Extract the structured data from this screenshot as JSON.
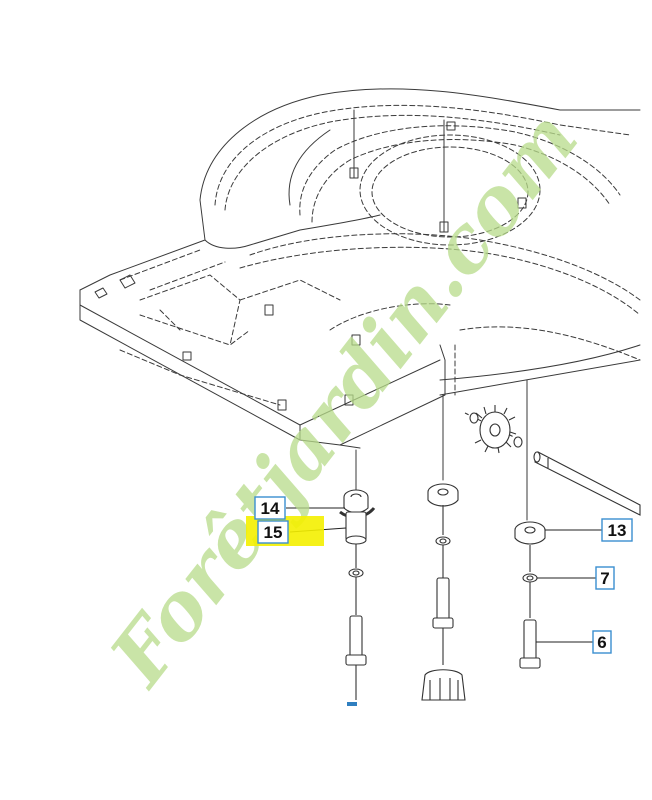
{
  "callouts": {
    "c14": "14",
    "c15": "15",
    "c13": "13",
    "c7": "7",
    "c6": "6"
  },
  "watermark": {
    "text": "Forêtjardin.com"
  },
  "colors": {
    "line": "#333333",
    "callout_border": "#3a8fd0",
    "highlight": "#f4f000",
    "watermark": "#b8dc8a"
  },
  "icons": {
    "deck": "mower-deck-drawing",
    "pinion": "gear-pinion",
    "bolt": "bolt",
    "washer": "washer",
    "spacer": "spacer-sleeve"
  }
}
